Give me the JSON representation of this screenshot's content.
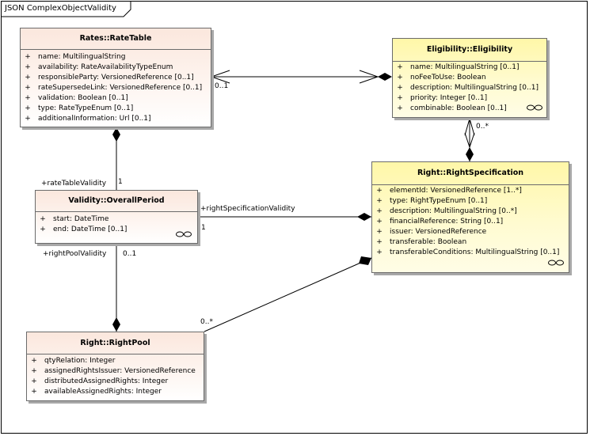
{
  "diagram": {
    "title": "JSON ComplexObjectValidity"
  },
  "classes": {
    "rate_table": {
      "name": "Rates::RateTable",
      "attributes": [
        {
          "vis": "+",
          "text": "name: MultilingualString"
        },
        {
          "vis": "+",
          "text": "availability: RateAvailabilityTypeEnum"
        },
        {
          "vis": "+",
          "text": "responsibleParty: VersionedReference [0..1]"
        },
        {
          "vis": "+",
          "text": "rateSupersedeLink: VersionedReference [0..1]"
        },
        {
          "vis": "+",
          "text": "validation: Boolean [0..1]"
        },
        {
          "vis": "+",
          "text": "type: RateTypeEnum [0..1]"
        },
        {
          "vis": "+",
          "text": "additionalInformation: Url [0..1]"
        }
      ]
    },
    "eligibility": {
      "name": "Eligibility::Eligibility",
      "attributes": [
        {
          "vis": "+",
          "text": "name: MultilingualString [0..1]"
        },
        {
          "vis": "+",
          "text": "noFeeToUse: Boolean"
        },
        {
          "vis": "+",
          "text": "description: MultilingualString [0..1]"
        },
        {
          "vis": "+",
          "text": "priority: Integer [0..1]"
        },
        {
          "vis": "+",
          "text": "combinable: Boolean [0..1]"
        }
      ]
    },
    "overall_period": {
      "name": "Validity::OverallPeriod",
      "attributes": [
        {
          "vis": "+",
          "text": "start: DateTime"
        },
        {
          "vis": "+",
          "text": "end: DateTime [0..1]"
        }
      ]
    },
    "right_specification": {
      "name": "Right::RightSpecification",
      "attributes": [
        {
          "vis": "+",
          "text": "elementId: VersionedReference [1..*]"
        },
        {
          "vis": "+",
          "text": "type: RightTypeEnum [0..1]"
        },
        {
          "vis": "+",
          "text": "description: MultilingualString [0..*]"
        },
        {
          "vis": "+",
          "text": "financialReference: String [0..1]"
        },
        {
          "vis": "+",
          "text": "issuer: VersionedReference"
        },
        {
          "vis": "+",
          "text": "transferable: Boolean"
        },
        {
          "vis": "+",
          "text": "transferableConditions: MultilingualString [0..1]"
        }
      ]
    },
    "right_pool": {
      "name": "Right::RightPool",
      "attributes": [
        {
          "vis": "+",
          "text": "qtyRelation: Integer"
        },
        {
          "vis": "+",
          "text": "assignedRightsIssuer: VersionedReference"
        },
        {
          "vis": "+",
          "text": "distributedAssignedRights: Integer"
        },
        {
          "vis": "+",
          "text": "availableAssignedRights: Integer"
        }
      ]
    }
  },
  "associations": {
    "ratetable_eligibility": {
      "mult_ratetable": "0..1"
    },
    "eligibility_rightspec": {
      "mult_eligibility": "0..*"
    },
    "ratetable_period": {
      "role": "+rateTableValidity",
      "mult": "1"
    },
    "rightspec_period": {
      "role": "+rightSpecificationValidity",
      "mult": "1"
    },
    "rightpool_period": {
      "role": "+rightPoolValidity",
      "mult": "0..1"
    },
    "rightpool_rightspec": {
      "mult": "0..*"
    }
  }
}
